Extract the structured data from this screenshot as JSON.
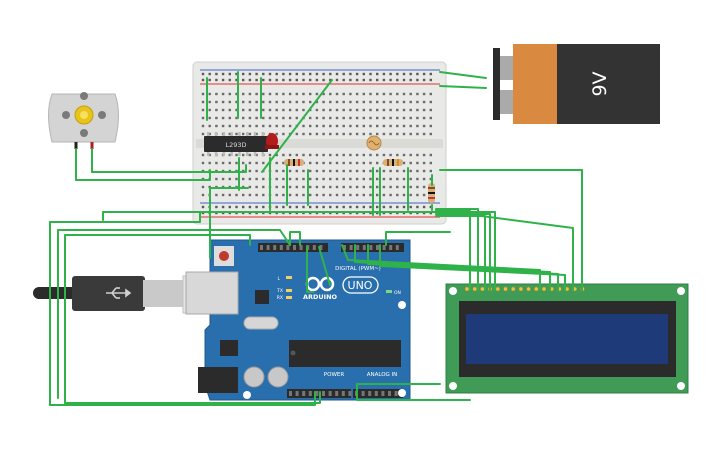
{
  "components": {
    "driver_chip": {
      "label": "L293D"
    },
    "battery": {
      "label": "9V"
    },
    "arduino": {
      "brand": "ARDUINO",
      "model": "UNO",
      "digital_header": "DIGITAL (PWM~)",
      "power_header": "POWER",
      "analog_header": "ANALOG IN",
      "led_on": "ON",
      "led_tx": "TX",
      "led_rx": "RX",
      "led_l": "L"
    }
  },
  "colors": {
    "wire": "#2fb24a",
    "arduino_board": "#2a6fad",
    "lcd_board": "#3f9b55",
    "lcd_screen": "#1e3a78",
    "battery_body": "#d98a40",
    "battery_cap": "#333333",
    "breadboard": "#e8e8e6",
    "led": "#b31c1c"
  }
}
